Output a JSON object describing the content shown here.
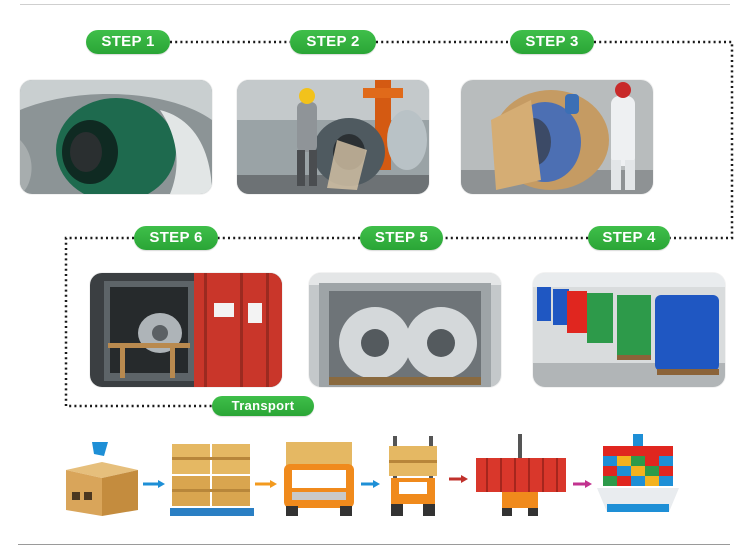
{
  "steps": [
    {
      "label": "STEP 1",
      "scene": "film-wrapped coil"
    },
    {
      "label": "STEP 2",
      "scene": "worker wrapping coil with paper"
    },
    {
      "label": "STEP 3",
      "scene": "coil covered with kraft paper"
    },
    {
      "label": "STEP 4",
      "scene": "wrapped coils on pallets"
    },
    {
      "label": "STEP 5",
      "scene": "coils loaded in container"
    },
    {
      "label": "STEP 6",
      "scene": "container doors open"
    }
  ],
  "transport_label": "Transport",
  "colors": {
    "accent_green": "#2aa536",
    "dotted_line": "#1a1a1a",
    "arrow_blue": "#1e8fd6",
    "arrow_orange": "#f39a1e",
    "arrow_red": "#c0302b",
    "arrow_magenta": "#c2328f"
  },
  "transport_icons": [
    "box-icon",
    "pallet-icon",
    "truck-icon",
    "forklift-icon",
    "container-icon",
    "ship-icon"
  ]
}
